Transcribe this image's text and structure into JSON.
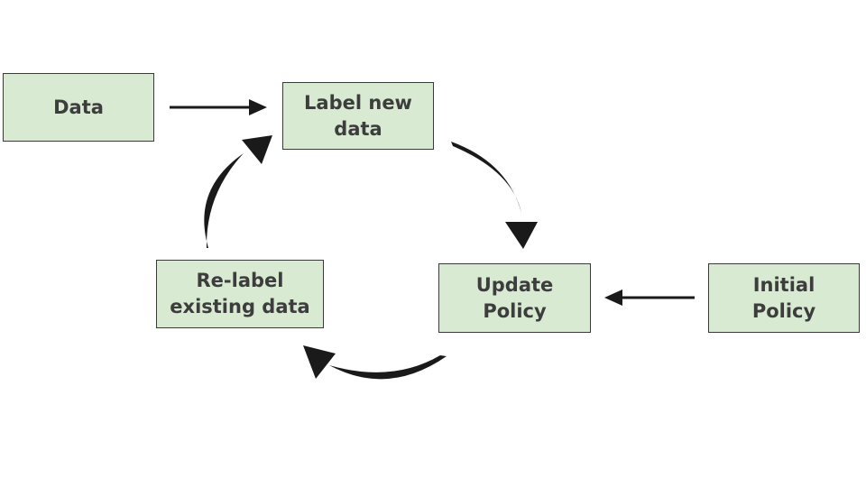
{
  "diagram": {
    "nodes": {
      "data": "Data",
      "label_new_data": "Label new\ndata",
      "update_policy": "Update\nPolicy",
      "initial_policy": "Initial\nPolicy",
      "relabel_existing": "Re-label\nexisting data"
    },
    "edges": [
      {
        "from": "Data",
        "to": "Label new data"
      },
      {
        "from": "Label new data",
        "to": "Update Policy"
      },
      {
        "from": "Initial Policy",
        "to": "Update Policy"
      },
      {
        "from": "Update Policy",
        "to": "Re-label existing data"
      },
      {
        "from": "Re-label existing data",
        "to": "Label new data"
      }
    ],
    "colors": {
      "node_fill": "#d9ead3",
      "node_border": "#3a3a3a",
      "text": "#3d3d3d",
      "arrow": "#1a1a1a"
    }
  }
}
